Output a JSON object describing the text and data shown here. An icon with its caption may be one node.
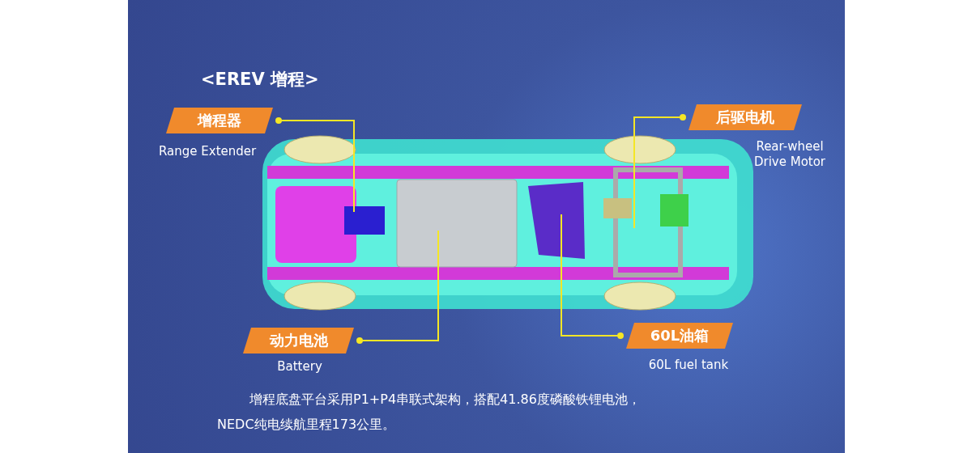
{
  "diagram": {
    "title": "<EREV 增程>",
    "caption": "增程底盘平台采用P1+P4串联式架构，搭配41.86度磷酸铁锂电池，NEDC纯电续航里程173公里。",
    "nodes": [
      {
        "text": [
          "增程器"
        ],
        "beside": [
          "Range Extender"
        ]
      },
      {
        "text": [
          "后驱电机"
        ],
        "beside": [
          "Rear-wheel Drive Motor"
        ]
      },
      {
        "text": [
          "动力电池"
        ],
        "beside": [
          "Battery"
        ]
      },
      {
        "text": [
          "60L油箱"
        ],
        "beside": [
          "60L fuel tank"
        ]
      }
    ],
    "edges": [
      {
        "from": 0,
        "to": null,
        "arrow": "other",
        "color": "#f5e625"
      },
      {
        "from": 1,
        "to": null,
        "arrow": "other",
        "color": "#f5e625"
      },
      {
        "from": 2,
        "to": null,
        "arrow": "other",
        "color": "#f5e625"
      },
      {
        "from": 3,
        "to": null,
        "arrow": "other",
        "color": "#f5e625"
      }
    ]
  }
}
